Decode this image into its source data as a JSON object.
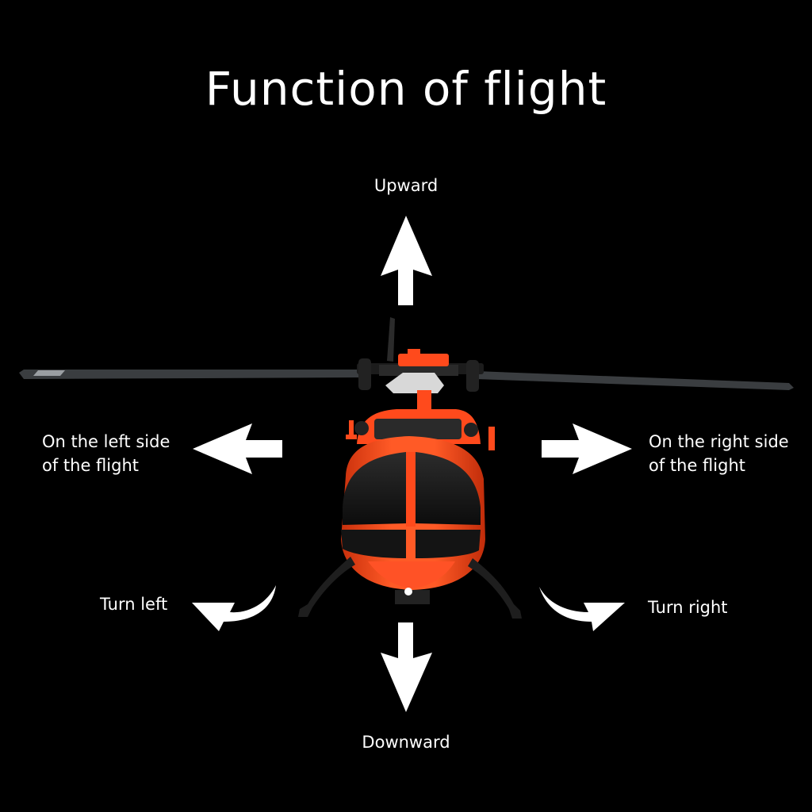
{
  "title": "Function of flight",
  "labels": {
    "upward": "Upward",
    "downward": "Downward",
    "left_side_line1": "On the left side",
    "left_side_line2": "of the flight",
    "right_side_line1": "On the right side",
    "right_side_line2": "of the flight",
    "turn_left": "Turn left",
    "turn_right": "Turn right"
  },
  "colors": {
    "background": "#000000",
    "text": "#ffffff",
    "arrow": "#ffffff",
    "fuselage": "#ff4a1c",
    "canopy": "#1a1a1a",
    "rotor": "#3a3d40"
  },
  "icons": {
    "up": "arrow-up-icon",
    "down": "arrow-down-icon",
    "left": "arrow-left-icon",
    "right": "arrow-right-icon",
    "turn_left": "curved-arrow-left-icon",
    "turn_right": "curved-arrow-right-icon",
    "helicopter": "helicopter-illustration"
  }
}
